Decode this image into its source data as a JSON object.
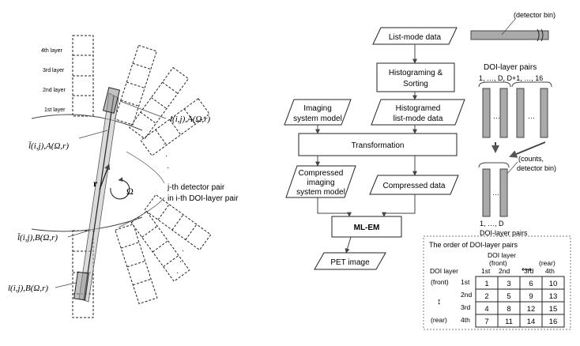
{
  "left": {
    "layers": [
      "4th layer",
      "3rd layer",
      "2nd layer",
      "1st layer"
    ],
    "pair_label_line1": "j-th detector pair",
    "pair_label_line2": "in i-th DOI-layer pair",
    "r_label": "r",
    "omega_label": "Ω",
    "labels": {
      "lbar_A": "l̄(i,j),A(Ω,r)",
      "lbar_B": "l̄(i,j),B(Ω,r)",
      "l_A": "l(i,j),A(Ω,r)",
      "l_B": "l(i,j),B(Ω,r)"
    }
  },
  "flow": {
    "list_mode": "List-mode data",
    "histo_sort_1": "Histograming &",
    "histo_sort_2": "Sorting",
    "imaging_model_1": "Imaging",
    "imaging_model_2": "system model",
    "histogramed_1": "Histogramed",
    "histogramed_2": "list-mode data",
    "transformation": "Transformation",
    "compressed_model_1": "Compressed",
    "compressed_model_2": "imaging",
    "compressed_model_3": "system model",
    "compressed_data": "Compressed data",
    "mlem": "ML-EM",
    "pet_image": "PET image"
  },
  "right": {
    "detector_bin": "(detector bin)",
    "doi_pairs_title": "DOI-layer pairs",
    "doi_pairs_range": "1, …, D, D+1, …, 16",
    "counts_note_1": "(counts,",
    "counts_note_2": "detector bin)",
    "compressed_range": "1, …, D",
    "compressed_title": "DOI-layer pairs",
    "dots": "…"
  },
  "order_box": {
    "title": "The order of DOI-layer pairs",
    "doi_layer_front_1": "DOI layer",
    "doi_layer_front_2": "(front)",
    "rear_label": "(rear)",
    "col_headers": [
      "1st",
      "2nd",
      "3rd",
      "4th"
    ],
    "row_axis_label": "DOI layer",
    "front_label": "(front)",
    "row_headers": [
      "1st",
      "2nd",
      "3rd",
      "4th"
    ],
    "rows": [
      [
        1,
        3,
        6,
        10
      ],
      [
        2,
        5,
        9,
        13
      ],
      [
        4,
        8,
        12,
        15
      ],
      [
        7,
        11,
        14,
        16
      ]
    ]
  }
}
